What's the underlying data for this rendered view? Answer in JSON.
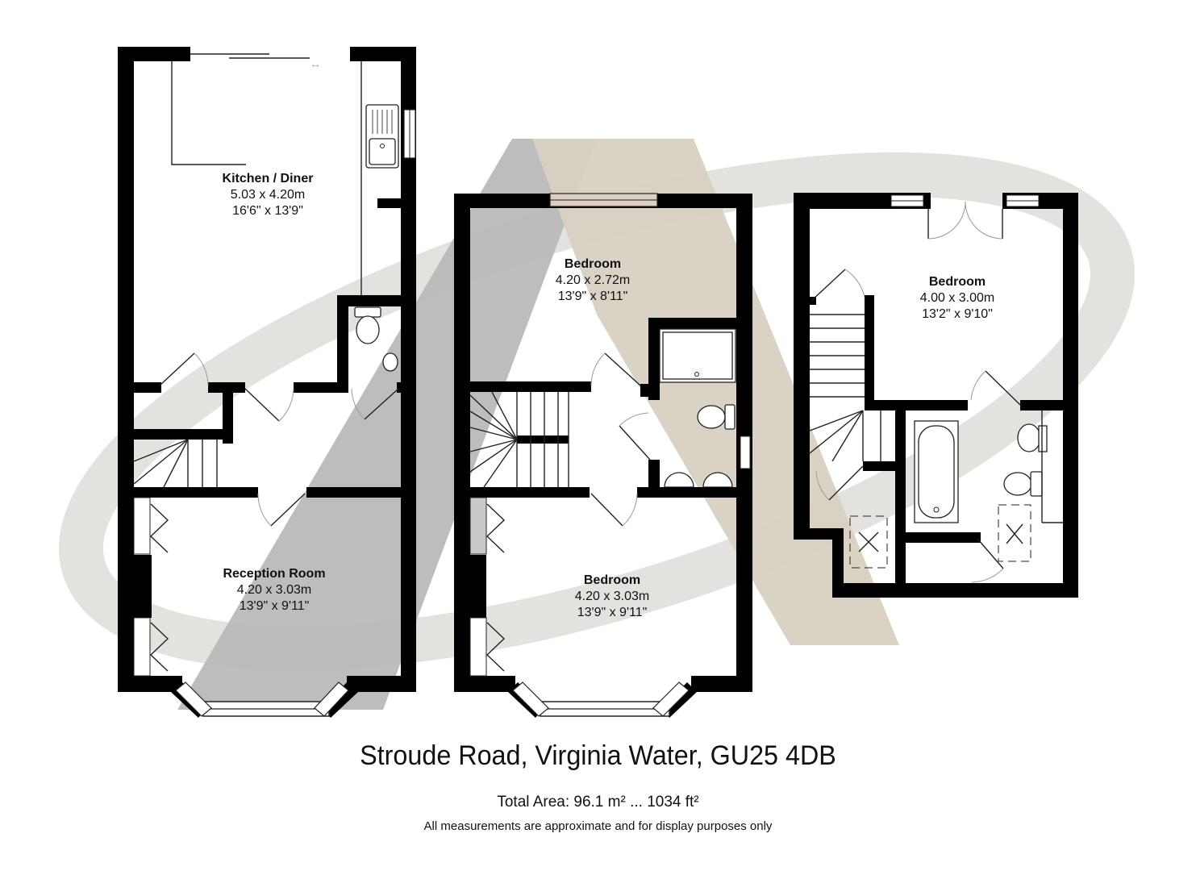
{
  "rooms": {
    "kitchen": {
      "name": "Kitchen / Diner",
      "metric": "5.03 x 4.20m",
      "imperial": "16'6\" x 13'9\""
    },
    "reception": {
      "name": "Reception Room",
      "metric": "4.20 x 3.03m",
      "imperial": "13'9\" x 9'11\""
    },
    "bedroom_first_rear": {
      "name": "Bedroom",
      "metric": "4.20 x 2.72m",
      "imperial": "13'9\" x 8'11\""
    },
    "bedroom_first_front": {
      "name": "Bedroom",
      "metric": "4.20 x 3.03m",
      "imperial": "13'9\" x 9'11\""
    },
    "bedroom_loft": {
      "name": "Bedroom",
      "metric": "4.00 x 3.00m",
      "imperial": "13'2\" x 9'10\""
    }
  },
  "footer": {
    "address": "Stroude Road, Virginia Water, GU25 4DB",
    "total_area": "Total Area: 96.1 m² ... 1034 ft²",
    "disclaimer": "All measurements are approximate and for display purposes only"
  },
  "watermark": {
    "ellipse_color": "#e4e2df",
    "a_left_color": "#b9b9b9",
    "a_right_color": "#d9d0c3"
  },
  "icons": {
    "sliding_door_arrow": "↔"
  }
}
